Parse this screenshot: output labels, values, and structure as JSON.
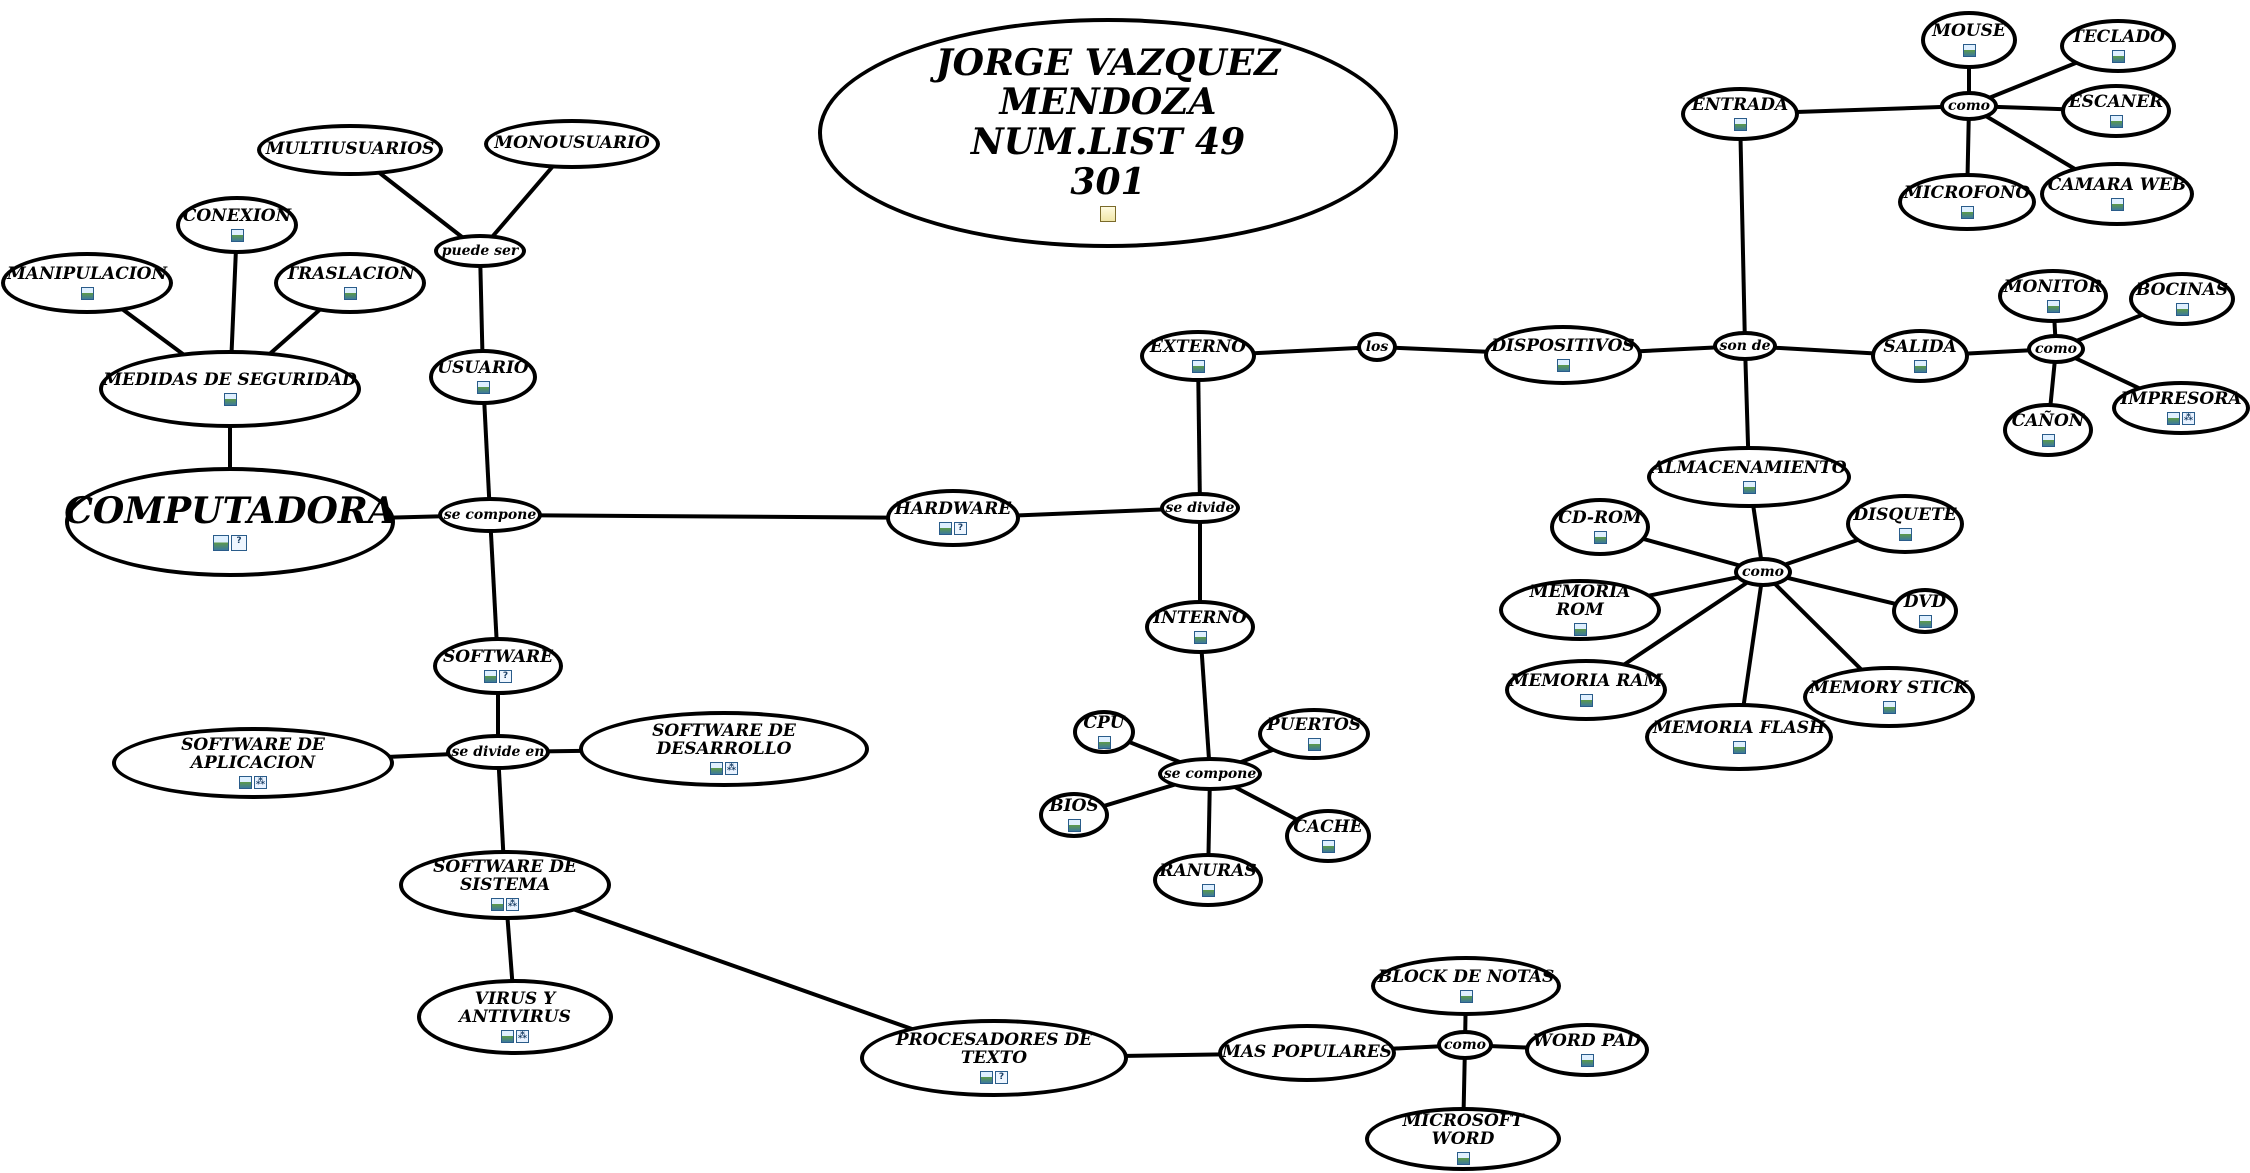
{
  "title_lines": [
    "JORGE VAZQUEZ MENDOZA",
    "NUM.LIST 49",
    "301"
  ],
  "nodes": [
    {
      "id": "title",
      "kind": "title",
      "label": "",
      "icons": [
        "doc"
      ]
    },
    {
      "id": "computadora",
      "kind": "big",
      "label": "COMPUTADORA",
      "icons": [
        "image",
        "question"
      ]
    },
    {
      "id": "se_compone_1",
      "kind": "link",
      "label": "se compone",
      "icons": []
    },
    {
      "id": "usuario",
      "kind": "concept",
      "label": "USUARIO",
      "icons": [
        "image"
      ]
    },
    {
      "id": "puede_ser",
      "kind": "link",
      "label": "puede ser",
      "icons": []
    },
    {
      "id": "multiusuarios",
      "kind": "concept",
      "label": "MULTIUSUARIOS",
      "icons": []
    },
    {
      "id": "monousuario",
      "kind": "concept",
      "label": "MONOUSUARIO",
      "icons": []
    },
    {
      "id": "medidas",
      "kind": "concept",
      "label": "MEDIDAS DE SEGURIDAD",
      "icons": [
        "image"
      ]
    },
    {
      "id": "manipulacion",
      "kind": "concept",
      "label": "MANIPULACION",
      "icons": [
        "image"
      ]
    },
    {
      "id": "conexion",
      "kind": "concept",
      "label": "CONEXION",
      "icons": [
        "image"
      ]
    },
    {
      "id": "traslacion",
      "kind": "concept",
      "label": "TRASLACION",
      "icons": [
        "image"
      ]
    },
    {
      "id": "software",
      "kind": "concept",
      "label": "SOFTWARE",
      "icons": [
        "image",
        "question"
      ]
    },
    {
      "id": "se_divide_en",
      "kind": "link",
      "label": "se divide en",
      "icons": []
    },
    {
      "id": "sw_aplicacion",
      "kind": "concept",
      "label": "SOFTWARE DE APLICACION",
      "icons": [
        "image",
        "network"
      ]
    },
    {
      "id": "sw_desarrollo",
      "kind": "concept",
      "label": "SOFTWARE DE DESARROLLO",
      "icons": [
        "image",
        "network"
      ]
    },
    {
      "id": "sw_sistema",
      "kind": "concept",
      "label": "SOFTWARE DE SISTEMA",
      "icons": [
        "image",
        "network"
      ]
    },
    {
      "id": "virus",
      "kind": "concept",
      "label": "VIRUS Y ANTIVIRUS",
      "icons": [
        "image",
        "network"
      ]
    },
    {
      "id": "procesadores",
      "kind": "concept",
      "label": "PROCESADORES DE TEXTO",
      "icons": [
        "image",
        "question"
      ]
    },
    {
      "id": "mas_populares",
      "kind": "concept",
      "label": "MAS POPULARES",
      "icons": []
    },
    {
      "id": "como_sw",
      "kind": "link",
      "label": "como",
      "icons": []
    },
    {
      "id": "block_notas",
      "kind": "concept",
      "label": "BLOCK DE NOTAS",
      "icons": [
        "image"
      ]
    },
    {
      "id": "word_pad",
      "kind": "concept",
      "label": "WORD PAD",
      "icons": [
        "image"
      ]
    },
    {
      "id": "ms_word",
      "kind": "concept",
      "label": "MICROSOFT WORD",
      "icons": [
        "image"
      ]
    },
    {
      "id": "hardware",
      "kind": "concept",
      "label": "HARDWARE",
      "icons": [
        "image",
        "question"
      ]
    },
    {
      "id": "se_divide",
      "kind": "link",
      "label": "se divide",
      "icons": []
    },
    {
      "id": "externo",
      "kind": "concept",
      "label": "EXTERNO",
      "icons": [
        "image"
      ]
    },
    {
      "id": "interno",
      "kind": "concept",
      "label": "INTERNO",
      "icons": [
        "image"
      ]
    },
    {
      "id": "se_compone_2",
      "kind": "link",
      "label": "se compone",
      "icons": []
    },
    {
      "id": "cpu",
      "kind": "concept",
      "label": "CPU",
      "icons": [
        "image"
      ]
    },
    {
      "id": "bios",
      "kind": "concept",
      "label": "BIOS",
      "icons": [
        "image"
      ]
    },
    {
      "id": "ranuras",
      "kind": "concept",
      "label": "RANURAS",
      "icons": [
        "image"
      ]
    },
    {
      "id": "cache",
      "kind": "concept",
      "label": "CACHE",
      "icons": [
        "image"
      ]
    },
    {
      "id": "puertos",
      "kind": "concept",
      "label": "PUERTOS",
      "icons": [
        "image"
      ]
    },
    {
      "id": "los",
      "kind": "link",
      "label": "los",
      "icons": []
    },
    {
      "id": "dispositivos",
      "kind": "concept",
      "label": "DISPOSITIVOS",
      "icons": [
        "image"
      ]
    },
    {
      "id": "son_de",
      "kind": "link",
      "label": "son de",
      "icons": []
    },
    {
      "id": "entrada",
      "kind": "concept",
      "label": "ENTRADA",
      "icons": [
        "image"
      ]
    },
    {
      "id": "como_in",
      "kind": "link",
      "label": "como",
      "icons": []
    },
    {
      "id": "mouse",
      "kind": "concept",
      "label": "MOUSE",
      "icons": [
        "image"
      ]
    },
    {
      "id": "teclado",
      "kind": "concept",
      "label": "TECLADO",
      "icons": [
        "image"
      ]
    },
    {
      "id": "escaner",
      "kind": "concept",
      "label": "ESCANER",
      "icons": [
        "image"
      ]
    },
    {
      "id": "camara",
      "kind": "concept",
      "label": "CAMARA WEB",
      "icons": [
        "image"
      ]
    },
    {
      "id": "microfono",
      "kind": "concept",
      "label": "MICROFONO",
      "icons": [
        "image"
      ]
    },
    {
      "id": "salida",
      "kind": "concept",
      "label": "SALIDA",
      "icons": [
        "image"
      ]
    },
    {
      "id": "como_out",
      "kind": "link",
      "label": "como",
      "icons": []
    },
    {
      "id": "monitor",
      "kind": "concept",
      "label": "MONITOR",
      "icons": [
        "image"
      ]
    },
    {
      "id": "bocinas",
      "kind": "concept",
      "label": "BOCINAS",
      "icons": [
        "image"
      ]
    },
    {
      "id": "impresora",
      "kind": "concept",
      "label": "IMPRESORA",
      "icons": [
        "image",
        "network"
      ]
    },
    {
      "id": "canon",
      "kind": "concept",
      "label": "CAÑON",
      "icons": [
        "image"
      ]
    },
    {
      "id": "almacenamiento",
      "kind": "concept",
      "label": "ALMACENAMIENTO",
      "icons": [
        "image"
      ]
    },
    {
      "id": "como_alm",
      "kind": "link",
      "label": "como",
      "icons": []
    },
    {
      "id": "cdrom",
      "kind": "concept",
      "label": "CD-ROM",
      "icons": [
        "image"
      ]
    },
    {
      "id": "disquete",
      "kind": "concept",
      "label": "DISQUETE",
      "icons": [
        "image"
      ]
    },
    {
      "id": "mem_rom",
      "kind": "concept",
      "label": "MEMORIA ROM",
      "icons": [
        "image"
      ]
    },
    {
      "id": "dvd",
      "kind": "concept",
      "label": "DVD",
      "icons": [
        "image"
      ]
    },
    {
      "id": "mem_ram",
      "kind": "concept",
      "label": "MEMORIA RAM",
      "icons": [
        "image"
      ]
    },
    {
      "id": "memory_stick",
      "kind": "concept",
      "label": "MEMORY STICK",
      "icons": [
        "image"
      ]
    },
    {
      "id": "mem_flash",
      "kind": "concept",
      "label": "MEMORIA FLASH",
      "icons": [
        "image"
      ]
    }
  ],
  "edges": [
    [
      "computadora",
      "se_compone_1"
    ],
    [
      "computadora",
      "medidas"
    ],
    [
      "medidas",
      "manipulacion"
    ],
    [
      "medidas",
      "conexion"
    ],
    [
      "medidas",
      "traslacion"
    ],
    [
      "se_compone_1",
      "usuario"
    ],
    [
      "usuario",
      "puede_ser"
    ],
    [
      "puede_ser",
      "multiusuarios"
    ],
    [
      "puede_ser",
      "monousuario"
    ],
    [
      "se_compone_1",
      "software"
    ],
    [
      "se_compone_1",
      "hardware"
    ],
    [
      "software",
      "se_divide_en"
    ],
    [
      "se_divide_en",
      "sw_aplicacion"
    ],
    [
      "se_divide_en",
      "sw_desarrollo"
    ],
    [
      "se_divide_en",
      "sw_sistema"
    ],
    [
      "sw_sistema",
      "virus"
    ],
    [
      "sw_sistema",
      "procesadores"
    ],
    [
      "procesadores",
      "mas_populares"
    ],
    [
      "mas_populares",
      "como_sw"
    ],
    [
      "como_sw",
      "block_notas"
    ],
    [
      "como_sw",
      "word_pad"
    ],
    [
      "como_sw",
      "ms_word"
    ],
    [
      "hardware",
      "se_divide"
    ],
    [
      "se_divide",
      "externo"
    ],
    [
      "se_divide",
      "interno"
    ],
    [
      "interno",
      "se_compone_2"
    ],
    [
      "se_compone_2",
      "cpu"
    ],
    [
      "se_compone_2",
      "bios"
    ],
    [
      "se_compone_2",
      "ranuras"
    ],
    [
      "se_compone_2",
      "cache"
    ],
    [
      "se_compone_2",
      "puertos"
    ],
    [
      "externo",
      "los"
    ],
    [
      "los",
      "dispositivos"
    ],
    [
      "dispositivos",
      "son_de"
    ],
    [
      "son_de",
      "entrada"
    ],
    [
      "son_de",
      "salida"
    ],
    [
      "son_de",
      "almacenamiento"
    ],
    [
      "entrada",
      "como_in"
    ],
    [
      "como_in",
      "mouse"
    ],
    [
      "como_in",
      "teclado"
    ],
    [
      "como_in",
      "escaner"
    ],
    [
      "como_in",
      "camara"
    ],
    [
      "como_in",
      "microfono"
    ],
    [
      "salida",
      "como_out"
    ],
    [
      "como_out",
      "monitor"
    ],
    [
      "como_out",
      "bocinas"
    ],
    [
      "como_out",
      "impresora"
    ],
    [
      "como_out",
      "canon"
    ],
    [
      "almacenamiento",
      "como_alm"
    ],
    [
      "como_alm",
      "cdrom"
    ],
    [
      "como_alm",
      "disquete"
    ],
    [
      "como_alm",
      "mem_rom"
    ],
    [
      "como_alm",
      "dvd"
    ],
    [
      "como_alm",
      "mem_ram"
    ],
    [
      "como_alm",
      "memory_stick"
    ],
    [
      "como_alm",
      "mem_flash"
    ]
  ],
  "icon_names": {
    "image": "image-icon",
    "question": "help-icon",
    "network": "hierarchy-icon",
    "doc": "document-icon"
  }
}
